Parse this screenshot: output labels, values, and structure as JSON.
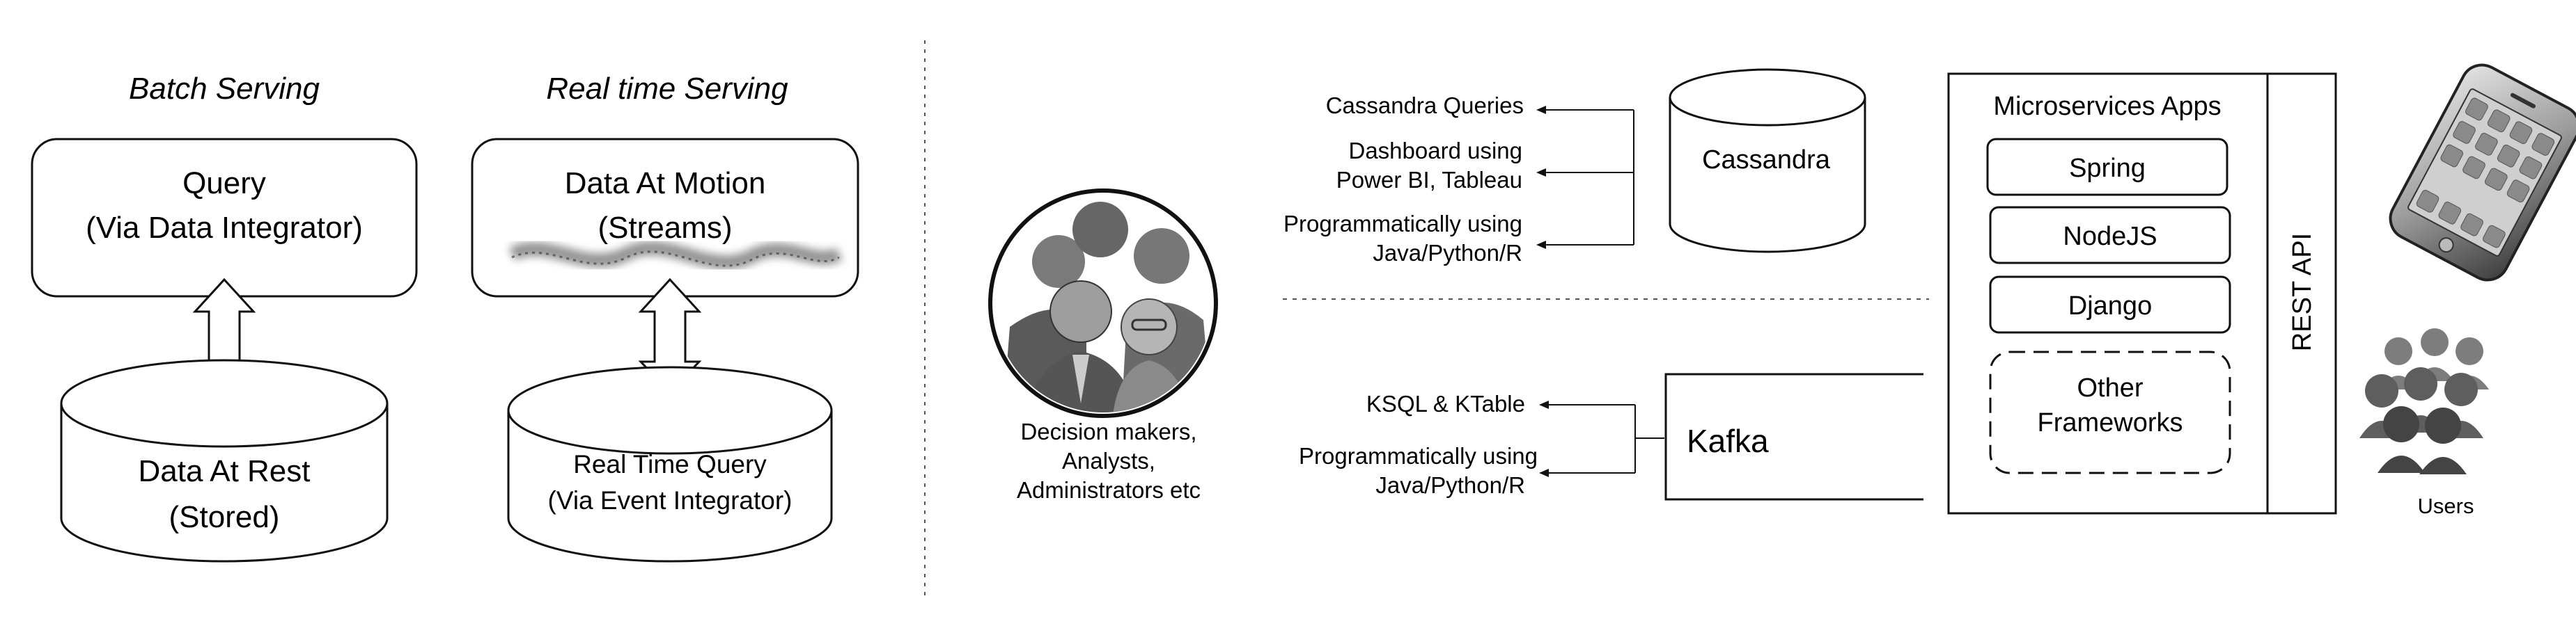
{
  "left": {
    "batch_title": "Batch Serving",
    "realtime_title": "Real time Serving",
    "query_box": {
      "line1": "Query",
      "line2": "(Via Data Integrator)"
    },
    "motion_box": {
      "line1": "Data At Motion",
      "line2": "(Streams)"
    },
    "rest_cylinder": {
      "line1": "Data At Rest",
      "line2": "(Stored)"
    },
    "realtime_cylinder": {
      "line1": "Real Time Query",
      "line2": "(Via Event Integrator)"
    }
  },
  "center": {
    "group_label": {
      "line1": "Decision makers,",
      "line2": "Analysts,",
      "line3": "Administrators etc"
    },
    "cassandra_outputs": [
      {
        "line1": "Cassandra Queries"
      },
      {
        "line1": "Dashboard using",
        "line2": "Power BI, Tableau"
      },
      {
        "line1": "Programmatically using",
        "line2": "Java/Python/R"
      }
    ],
    "kafka_outputs": [
      {
        "line1": "KSQL & KTable"
      },
      {
        "line1": "Programmatically using",
        "line2": "Java/Python/R"
      }
    ],
    "cassandra_label": "Cassandra",
    "kafka_label": "Kafka"
  },
  "right": {
    "microservices_title": "Microservices Apps",
    "frameworks": [
      "Spring",
      "NodeJS",
      "Django"
    ],
    "other_frameworks": {
      "line1": "Other",
      "line2": "Frameworks"
    },
    "rest_api": "REST API",
    "users_label": "Users"
  },
  "icons": [
    "people-group-icon",
    "smartphone-icon",
    "users-icon"
  ],
  "colors": {
    "stroke": "#111111",
    "fill_light": "#dcdcdc",
    "fill_mid": "#9a9a9a",
    "fill_dark": "#3a3a3a"
  }
}
